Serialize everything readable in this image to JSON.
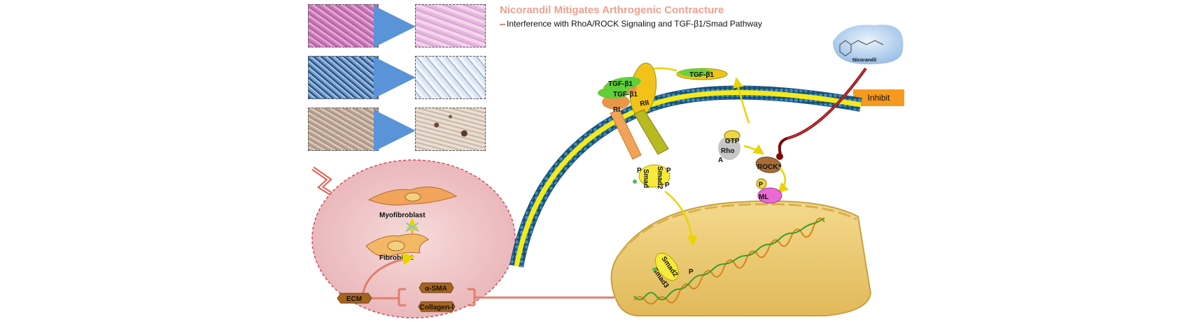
{
  "header": {
    "title": "Nicorandil Mitigates Arthrogenic Contracture",
    "subtitle": "Interference with RhoA/ROCK Signaling and TGF-β1/Smad Pathway"
  },
  "drug": {
    "name": "Nicorandil",
    "action": "Inhibit"
  },
  "cell_states": {
    "myofibroblast": "Myofibroblast",
    "fibroblast": "Fibroblast"
  },
  "matrix": {
    "ecm": "ECM",
    "alpha_sma": "α-SMA",
    "collagen": "Collagen-Ⅰ"
  },
  "ligand": {
    "tgf": "TGF-β1"
  },
  "receptors": {
    "r1": "RI",
    "r2": "RII"
  },
  "smad": {
    "smad2": "Smad2",
    "smad3": "Smad3",
    "p": "P"
  },
  "rho": {
    "gtp": "GTP",
    "rho": "Rho",
    "rho_a": "A",
    "rock": "ROCK1",
    "ml": "ML",
    "p": "P"
  },
  "colors": {
    "title": "#f0a090",
    "inhibit_box": "#f59a1e",
    "arrow": "#f0e000",
    "membrane": "#2a6f9a",
    "nucleus": "#e9c768"
  }
}
